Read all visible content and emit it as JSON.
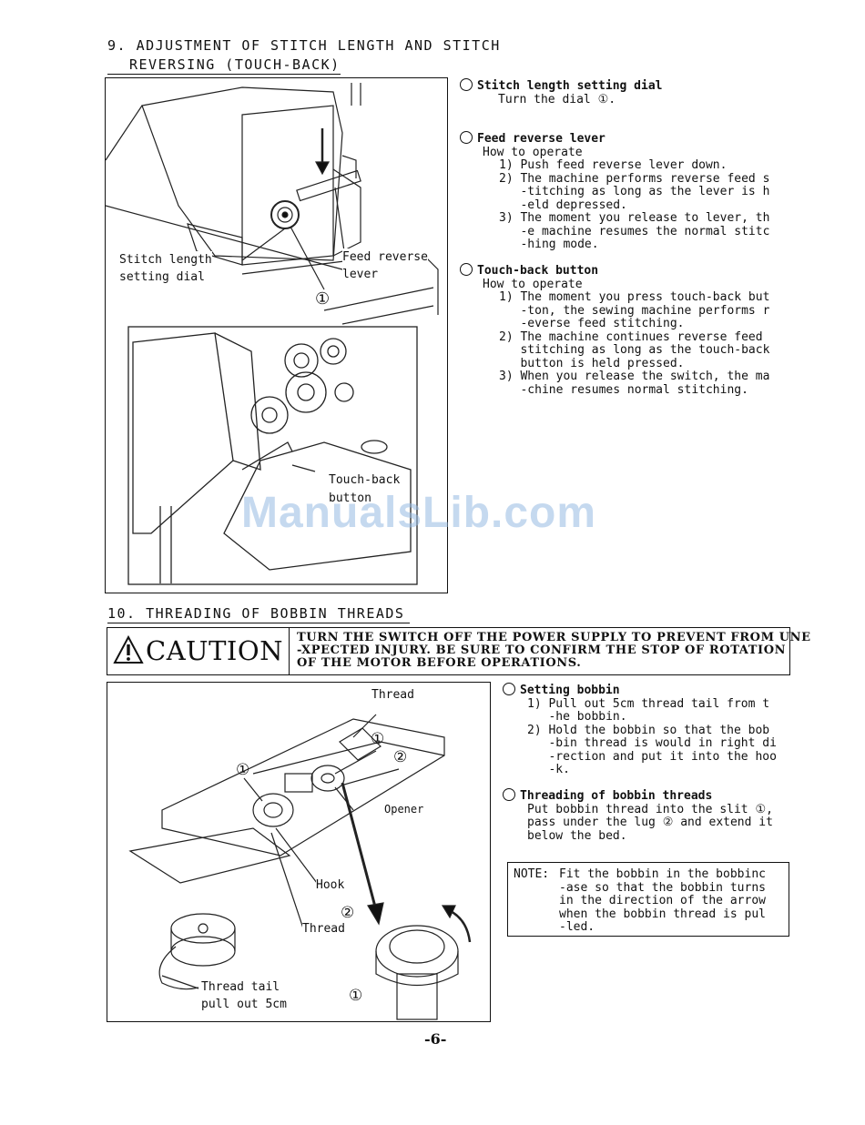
{
  "section9": {
    "title_line1": "9. ADJUSTMENT OF STITCH LENGTH AND STITCH",
    "title_line2": "REVERSING (TOUCH-BACK)",
    "fig1": {
      "label_stitch": "Stitch length\nsetting dial",
      "label_feed": "Feed reverse\nlever",
      "callout": "①"
    },
    "fig2": {
      "label_touch": "Touch-back\nbutton"
    },
    "stitch_dial": {
      "heading": "Stitch length setting dial",
      "body": "Turn the dial ①."
    },
    "feed_lever": {
      "heading": "Feed reverse lever",
      "how": "How to operate",
      "steps": "1) Push feed reverse lever down.\n2) The machine performs reverse feed s\n   -titching as long as the lever is h\n   -eld depressed.\n3) The moment you release to lever, th\n   -e machine resumes the normal stitc\n   -hing mode."
    },
    "touch_back": {
      "heading": "Touch-back button",
      "how": "How to operate",
      "steps": "1) The moment you press touch-back but\n   -ton, the sewing machine performs r\n   -everse feed stitching.\n2) The machine continues reverse feed\n   stitching as long as the touch-back\n   button is held pressed.\n3) When you release the switch, the ma\n   -chine resumes normal stitching."
    }
  },
  "section10": {
    "title": "10. THREADING OF BOBBIN THREADS",
    "caution": {
      "word": "CAUTION",
      "text": "TURN THE SWITCH OFF THE POWER SUPPLY TO PREVENT FROM UNE\n-XPECTED INJURY. BE SURE TO CONFIRM THE STOP OF ROTATION\nOF THE MOTOR BEFORE OPERATIONS."
    },
    "fig3": {
      "label_thread_top": "Thread",
      "label_opener": "Opener",
      "label_hook": "Hook",
      "label_thread_mid": "Thread",
      "label_tail": "Thread tail\npull out 5cm",
      "c1a": "①",
      "c1b": "①",
      "c2a": "②",
      "c2b": "②",
      "c1c": "①"
    },
    "setting_bobbin": {
      "heading": "Setting bobbin",
      "steps": "1) Pull out 5cm thread tail from t\n   -he bobbin.\n2) Hold the bobbin so that the bob\n   -bin thread is would in right di\n   -rection and put it into the hoo\n   -k."
    },
    "threading": {
      "heading": "Threading of bobbin threads",
      "body": "Put bobbin thread into the slit ①,\npass under the lug ② and extend it\nbelow the bed."
    },
    "note": {
      "lead": "NOTE:",
      "body": "Fit the bobbin in the bobbinc\n-ase so that the bobbin turns\nin the direction of the arrow\nwhen the bobbin thread is pul\n-led."
    }
  },
  "watermark": "ManualsLib.com",
  "page_number": "-6-"
}
